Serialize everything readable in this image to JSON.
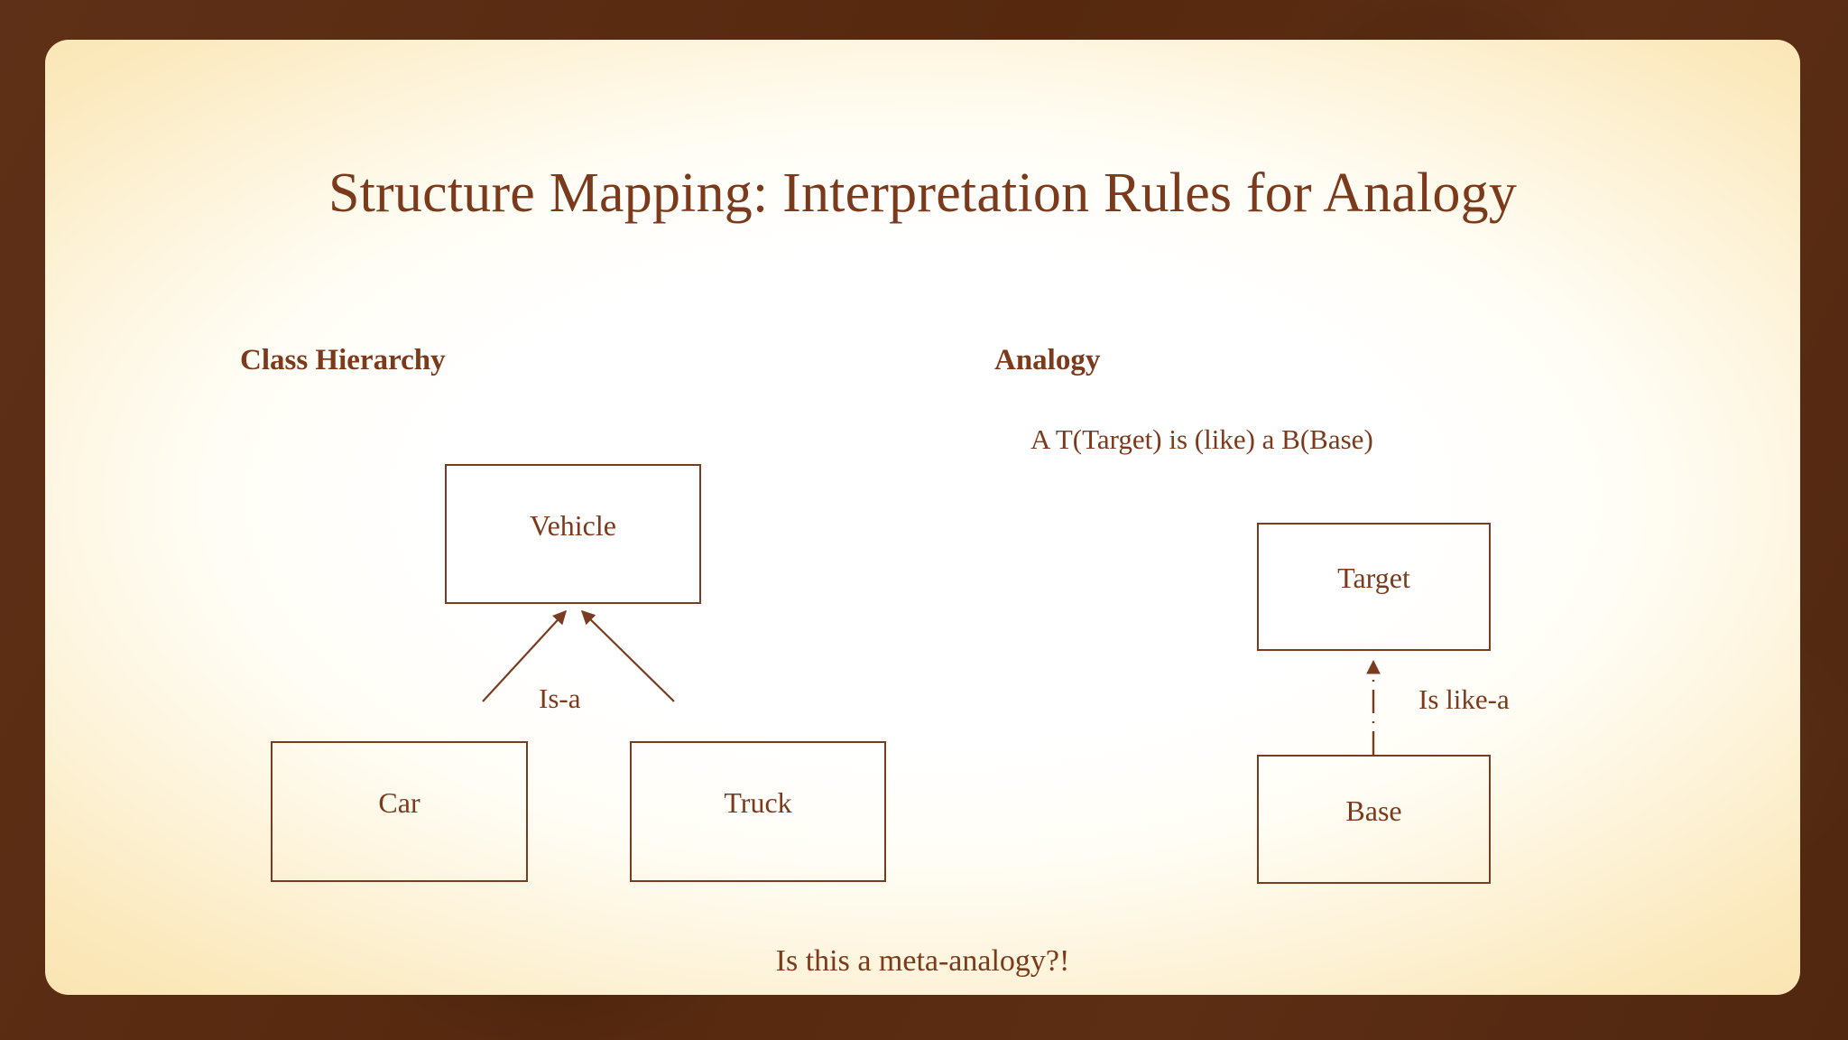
{
  "slide": {
    "title": "Structure Mapping: Interpretation Rules for Analogy",
    "footer_question": "Is this a meta-analogy?!",
    "colors": {
      "background_brown": "#5b2d15",
      "sheet_cream": "#fae4b2",
      "sheet_white": "#ffffff",
      "text_brown": "#7b3a1b",
      "box_border": "#7a3c20"
    }
  },
  "columns": [
    {
      "id": "class-hierarchy",
      "heading": "Class Hierarchy",
      "nodes": [
        {
          "id": "vehicle",
          "label": "Vehicle"
        },
        {
          "id": "car",
          "label": "Car"
        },
        {
          "id": "truck",
          "label": "Truck"
        }
      ],
      "edges": [
        {
          "from": "car",
          "to": "vehicle",
          "label": "Is-a",
          "style": "solid",
          "arrow": "filled"
        },
        {
          "from": "truck",
          "to": "vehicle",
          "label": "Is-a",
          "style": "solid",
          "arrow": "filled"
        }
      ],
      "edge_label": "Is-a"
    },
    {
      "id": "analogy",
      "heading": "Analogy",
      "statement": "A T(Target) is (like) a B(Base)",
      "nodes": [
        {
          "id": "target",
          "label": "Target"
        },
        {
          "id": "base",
          "label": "Base"
        }
      ],
      "edges": [
        {
          "from": "base",
          "to": "target",
          "label": "Is like-a",
          "style": "dash-dot",
          "arrow": "filled"
        }
      ],
      "edge_label": "Is like-a"
    }
  ]
}
